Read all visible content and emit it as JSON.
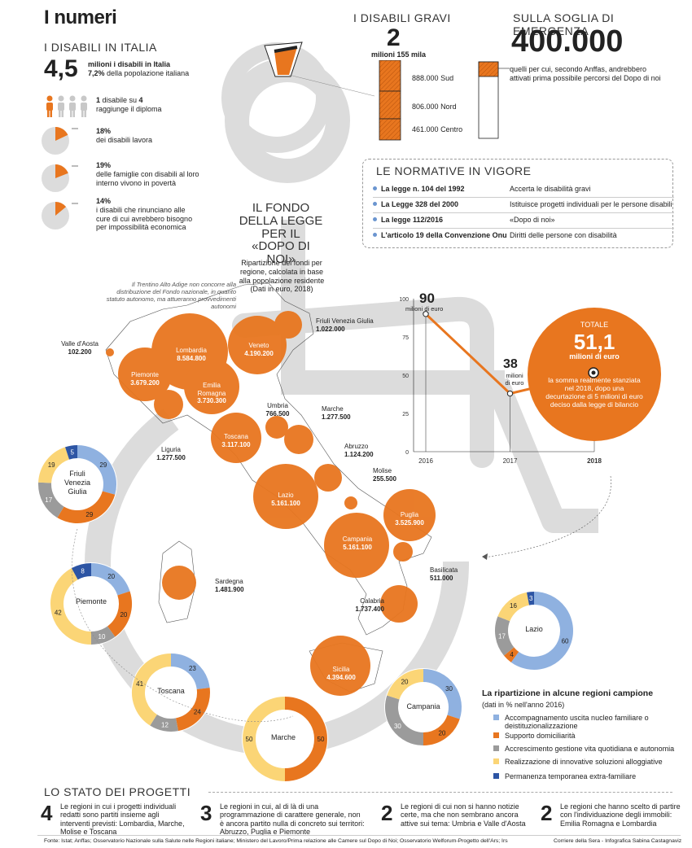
{
  "header": {
    "title": "I numeri",
    "disabili_italia_title": "I DISABILI IN ITALIA",
    "big_number": "4,5",
    "big_number_desc1": "milioni i disabili in Italia",
    "big_number_desc2a": "7,2%",
    "big_number_desc2b": " della popolazione italiana"
  },
  "stats": [
    {
      "value": "1",
      "text_bold": "1",
      "text": " disabile su ",
      "bold2": "4",
      "text2": "raggiunge il diploma"
    },
    {
      "pct": 18,
      "value": "18%",
      "text": "dei disabili lavora"
    },
    {
      "pct": 19,
      "value": "19%",
      "text": "delle famiglie con disabili al loro interno vivono in povertà"
    },
    {
      "pct": 14,
      "value": "14%",
      "text": "i disabili  che rinunciano alle cure di cui avrebbero bisogno per impossibilità economica"
    }
  ],
  "gravi": {
    "title": "I DISABILI GRAVI",
    "number": "2",
    "unit": "milioni 155 mila",
    "rows": [
      {
        "value": "888.000",
        "label": "Sud"
      },
      {
        "value": "806.000",
        "label": "Nord"
      },
      {
        "value": "461.000",
        "label": "Centro"
      }
    ]
  },
  "emergenza": {
    "title": "SULLA SOGLIA DI EMERGENZA",
    "number": "400.000",
    "desc": "quelli per cui, secondo Anffas, andrebbero attivati prima possibile percorsi del Dopo di noi"
  },
  "normative": {
    "title": "LE NORMATIVE IN VIGORE",
    "rows": [
      {
        "law": "La legge n. 104 del 1992",
        "desc": "Accerta le disabilità gravi"
      },
      {
        "law": "La Legge 328 del 2000",
        "desc": "Istituisce progetti individuali per le persone disabili"
      },
      {
        "law": "La legge 112/2016",
        "desc": "«Dopo di noi»"
      },
      {
        "law": "L'articolo 19 della Convenzione Onu",
        "desc": "Diritti delle persone con disabilità"
      }
    ]
  },
  "fondo": {
    "title_l1": "IL FONDO",
    "title_l2": "DELLA LEGGE",
    "title_l3": "PER IL",
    "title_l4": "«DOPO DI NOI»",
    "subtitle": "Ripartizione dei fondi per regione, calcolata in base alla popolazione residente (Dati in euro, 2018)",
    "note": "Il Trentino Alto Adige non concorre alla distribuzione del Fondo nazionale, in quanto statuto autonomo, ma attueranno provvedimenti autonomi",
    "regions": [
      {
        "name": "Lombardia",
        "value": "8.584.800"
      },
      {
        "name": "Veneto",
        "value": "4.190.200"
      },
      {
        "name": "Friuli Venezia Giulia",
        "value": "1.022.000"
      },
      {
        "name": "Valle d'Aosta",
        "value": "102.200"
      },
      {
        "name": "Piemonte",
        "value": "3.679.200"
      },
      {
        "name": "Emilia Romagna",
        "value": "3.730.300"
      },
      {
        "name": "Umbria",
        "value": "766.500"
      },
      {
        "name": "Marche",
        "value": "1.277.500"
      },
      {
        "name": "Liguria",
        "value": "1.277.500"
      },
      {
        "name": "Toscana",
        "value": "3.117.100"
      },
      {
        "name": "Abruzzo",
        "value": "1.124.200"
      },
      {
        "name": "Molise",
        "value": "255.500"
      },
      {
        "name": "Lazio",
        "value": "5.161.100"
      },
      {
        "name": "Puglia",
        "value": "3.525.900"
      },
      {
        "name": "Campania",
        "value": "5.161.100"
      },
      {
        "name": "Basilicata",
        "value": "511.000"
      },
      {
        "name": "Sardegna",
        "value": "1.481.900"
      },
      {
        "name": "Calabria",
        "value": "1.737.400"
      },
      {
        "name": "Sicilia",
        "value": "4.394.600"
      }
    ]
  },
  "line_chart": {
    "v90": "90",
    "v90_unit": "milioni di euro",
    "v38": "38",
    "v38_unit1": "milioni",
    "v38_unit2": "di euro",
    "totale_label": "TOTALE",
    "totale_value": "51,1",
    "totale_unit": "milioni di euro",
    "totale_desc": "la somma realmente stanziata nel 2018, dopo una decurtazione di 5 milioni di euro deciso dalla legge di bilancio"
  },
  "chart_data": {
    "type": "line",
    "x": [
      "2016",
      "2017",
      "2018"
    ],
    "series": [
      {
        "values": [
          90,
          38,
          51.1
        ]
      }
    ],
    "yticks": [
      "0",
      "25",
      "50",
      "75",
      "100"
    ],
    "ylim": [
      0,
      100
    ]
  },
  "ripartizione": {
    "title": "La ripartizione in alcune regioni campione",
    "subtitle": "(dati in % nell'anno 2016)",
    "legend": [
      {
        "label": "Accompagnamento uscita nucleo familiare o deistituzionalizzazione",
        "color": "#8fb1e0"
      },
      {
        "label": "Supporto domiciliarità",
        "color": "#e8761f"
      },
      {
        "label": "Accrescimento gestione vita quotidiana e autonomia",
        "color": "#9b9b9b"
      },
      {
        "label": "Realizzazione di innovative soluzioni alloggiative",
        "color": "#fbd576"
      },
      {
        "label": "Permanenza temporanea extra-familiare",
        "color": "#2d55a4"
      }
    ],
    "donuts": [
      {
        "name": "Friuli Venezia Giulia",
        "l1": "Friuli",
        "l2": "Venezia",
        "l3": "Giulia",
        "values": [
          29,
          29,
          17,
          19,
          5
        ]
      },
      {
        "name": "Piemonte",
        "values": [
          20,
          20,
          10,
          42,
          8
        ]
      },
      {
        "name": "Toscana",
        "values": [
          23,
          24,
          12,
          41,
          0
        ]
      },
      {
        "name": "Marche",
        "values": [
          0,
          50,
          0,
          50,
          0
        ]
      },
      {
        "name": "Campania",
        "values": [
          30,
          20,
          30,
          20,
          0
        ]
      },
      {
        "name": "Lazio",
        "values": [
          60,
          4,
          17,
          16,
          3
        ]
      }
    ]
  },
  "progetti": {
    "title": "LO STATO DEI PROGETTI",
    "items": [
      {
        "num": "4",
        "text": "Le regioni in cui i progetti individuali redatti sono partiti insieme agli interventi previsti: Lombardia, Marche, Molise e Toscana"
      },
      {
        "num": "3",
        "text": "Le regioni in cui, al di là di una programmazione di carattere generale, non è ancora partito nulla di concreto sui territori: Abruzzo, Puglia e Piemonte"
      },
      {
        "num": "2",
        "text": "Le regioni di cui non si hanno notizie certe, ma che non sembrano ancora attive sui tema: Umbria e Valle d'Aosta"
      },
      {
        "num": "2",
        "text": "Le regioni che hanno scelto di partire con l'individuazione degli immobili: Emilia Romagna e Lombardia"
      }
    ]
  },
  "footer": {
    "source": "Fonte: Istat; Anffas; Osservatorio Nazionale sulla Salute nelle Regioni italiane; Ministero del Lavoro/Prima relazione alle Camere sul Dopo di Noi; Osservatorio Welforum-Progetto dell'Ars; Irs",
    "credit": "Corriere della Sera - Infografica Sabina Castagnaviz"
  }
}
